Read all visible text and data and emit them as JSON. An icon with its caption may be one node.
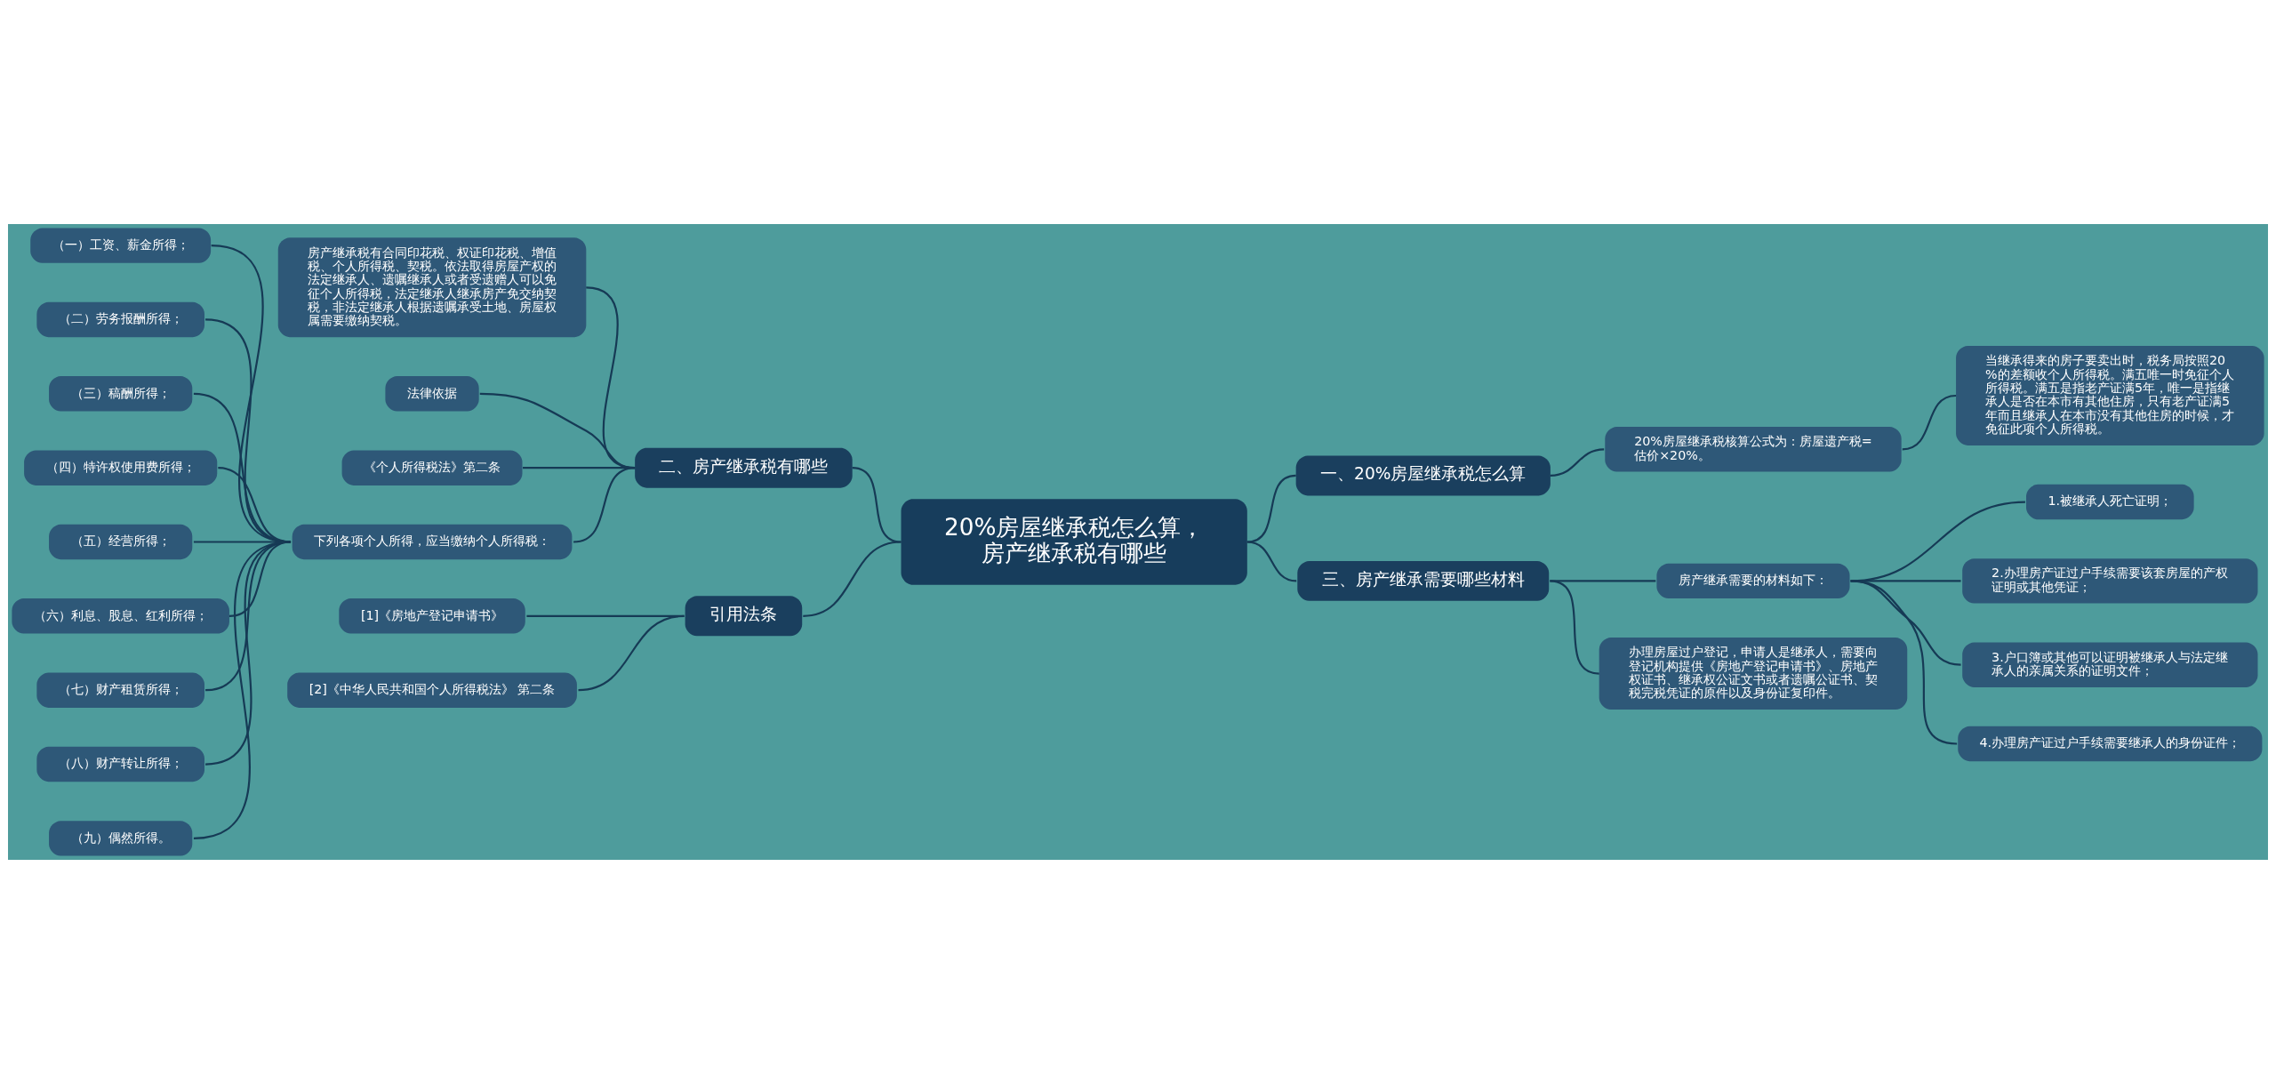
{
  "diagram": {
    "nodes": [
      {
        "text": [
          "20%房屋继承税怎么算，房产继承税有哪些"
        ]
      },
      {
        "text": [
          "一、20%房屋继承税怎么算"
        ]
      },
      {
        "text": [
          "20%房屋继承税核算公式为：房屋遗产税=估价×20%。"
        ]
      },
      {
        "text": [
          "当继承得来的房子要卖出时，税务局按照20%的差额收个人所得税。满五唯一时免征个人所得税。满五是指老产证满5年，唯一是指继承人是否在本市有其他住房，只有老产证满5年而且继承人在本市没有其他住房的时候，才免征此项个人所得税。"
        ]
      },
      {
        "text": [
          "二、房产继承税有哪些"
        ]
      },
      {
        "text": [
          "房产继承税有合同印花税、权证印花税、增值税、个人所得税、契税。依法取得房屋产权的法定继承人、遗嘱继承人或者受遗赠人可以免征个人所得税，法定继承人继承房产免交纳契税，非法定继承人根据遗嘱承受土地、房屋权属需要缴纳契税。"
        ]
      },
      {
        "text": [
          "法律依据"
        ]
      },
      {
        "text": [
          "《个人所得税法》第二条"
        ]
      },
      {
        "text": [
          "下列各项个人所得，应当缴纳个人所得税："
        ]
      },
      {
        "text": [
          "（一）工资、薪金所得；"
        ]
      },
      {
        "text": [
          "（二）劳务报酬所得；"
        ]
      },
      {
        "text": [
          "（三）稿酬所得；"
        ]
      },
      {
        "text": [
          "（四）特许权使用费所得；"
        ]
      },
      {
        "text": [
          "（五）经营所得；"
        ]
      },
      {
        "text": [
          "（六）利息、股息、红利所得；"
        ]
      },
      {
        "text": [
          "（七）财产租赁所得；"
        ]
      },
      {
        "text": [
          "（八）财产转让所得；"
        ]
      },
      {
        "text": [
          "（九）偶然所得。"
        ]
      },
      {
        "text": [
          "三、房产继承需要哪些材料"
        ]
      },
      {
        "text": [
          "房产继承需要的材料如下："
        ]
      },
      {
        "text": [
          "1.被继承人死亡证明；"
        ]
      },
      {
        "text": [
          "2.办理房产证过户手续需要该套房屋的产权证明或其他凭证；"
        ]
      },
      {
        "text": [
          "3.户口簿或其他可以证明被继承人与法定继承人的亲属关系的证明文件；"
        ]
      },
      {
        "text": [
          "4.办理房产证过户手续需要继承人的身份证件；"
        ]
      },
      {
        "text": [
          "办理房屋过户登记，申请人是继承人，需要向登记机构提供《房地产登记申请书》、房地产权证书、继承权公证文书或者遗嘱公证书、契税完税凭证的原件以及身份证复印件。"
        ]
      },
      {
        "text": [
          "引用法条"
        ]
      },
      {
        "text": [
          "[1]《房地产登记申请书》"
        ]
      },
      {
        "text": [
          "[2]《中华人民共和国个人所得税法》 第二条"
        ]
      }
    ],
    "edges": [
      {
        "from": 0,
        "to": 1,
        "arrow": "none"
      },
      {
        "from": 1,
        "to": 2,
        "arrow": "none"
      },
      {
        "from": 2,
        "to": 3,
        "arrow": "none"
      },
      {
        "from": 0,
        "to": 4,
        "arrow": "none"
      },
      {
        "from": 4,
        "to": 5,
        "arrow": "none"
      },
      {
        "from": 4,
        "to": 6,
        "arrow": "none"
      },
      {
        "from": 4,
        "to": 7,
        "arrow": "none"
      },
      {
        "from": 4,
        "to": 8,
        "arrow": "none"
      },
      {
        "from": 8,
        "to": 9,
        "arrow": "none"
      },
      {
        "from": 8,
        "to": 10,
        "arrow": "none"
      },
      {
        "from": 8,
        "to": 11,
        "arrow": "none"
      },
      {
        "from": 8,
        "to": 12,
        "arrow": "none"
      },
      {
        "from": 8,
        "to": 13,
        "arrow": "none"
      },
      {
        "from": 8,
        "to": 14,
        "arrow": "none"
      },
      {
        "from": 8,
        "to": 15,
        "arrow": "none"
      },
      {
        "from": 8,
        "to": 16,
        "arrow": "none"
      },
      {
        "from": 8,
        "to": 17,
        "arrow": "none"
      },
      {
        "from": 0,
        "to": 18,
        "arrow": "none"
      },
      {
        "from": 18,
        "to": 19,
        "arrow": "none"
      },
      {
        "from": 19,
        "to": 20,
        "arrow": "none"
      },
      {
        "from": 19,
        "to": 21,
        "arrow": "none"
      },
      {
        "from": 19,
        "to": 22,
        "arrow": "none"
      },
      {
        "from": 19,
        "to": 23,
        "arrow": "none"
      },
      {
        "from": 18,
        "to": 24,
        "arrow": "none"
      },
      {
        "from": 0,
        "to": 25,
        "arrow": "none"
      },
      {
        "from": 25,
        "to": 26,
        "arrow": "none"
      },
      {
        "from": 25,
        "to": 27,
        "arrow": "none"
      }
    ]
  }
}
